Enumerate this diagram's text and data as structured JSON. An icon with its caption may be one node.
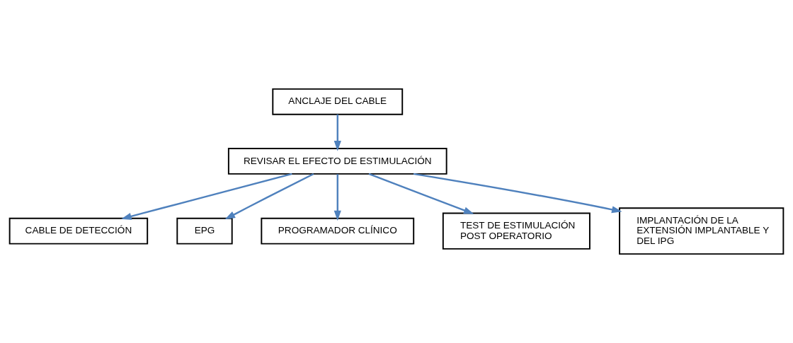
{
  "diagram": {
    "nodes": [
      {
        "text": [
          "ANCLAJE DEL CABLE"
        ]
      },
      {
        "text": [
          "REVISAR EL EFECTO DE ESTIMULACIÓN"
        ]
      },
      {
        "text": [
          "CABLE DE DETECCIÓN"
        ]
      },
      {
        "text": [
          "EPG"
        ]
      },
      {
        "text": [
          "PROGRAMADOR CLÍNICO"
        ]
      },
      {
        "text": [
          "TEST DE ESTIMULACIÓN POST OPERATORIO"
        ]
      },
      {
        "text": [
          "IMPLANTACIÓN DE LA EXTENSIÓN IMPLANTABLE Y DEL IPG"
        ]
      }
    ],
    "edges": [
      {
        "from": 0,
        "to": 1,
        "arrow": "to"
      },
      {
        "from": 1,
        "to": 2,
        "arrow": "to"
      },
      {
        "from": 1,
        "to": 3,
        "arrow": "to"
      },
      {
        "from": 1,
        "to": 4,
        "arrow": "to"
      },
      {
        "from": 1,
        "to": 5,
        "arrow": "to"
      },
      {
        "from": 1,
        "to": 6,
        "arrow": "to"
      }
    ]
  }
}
